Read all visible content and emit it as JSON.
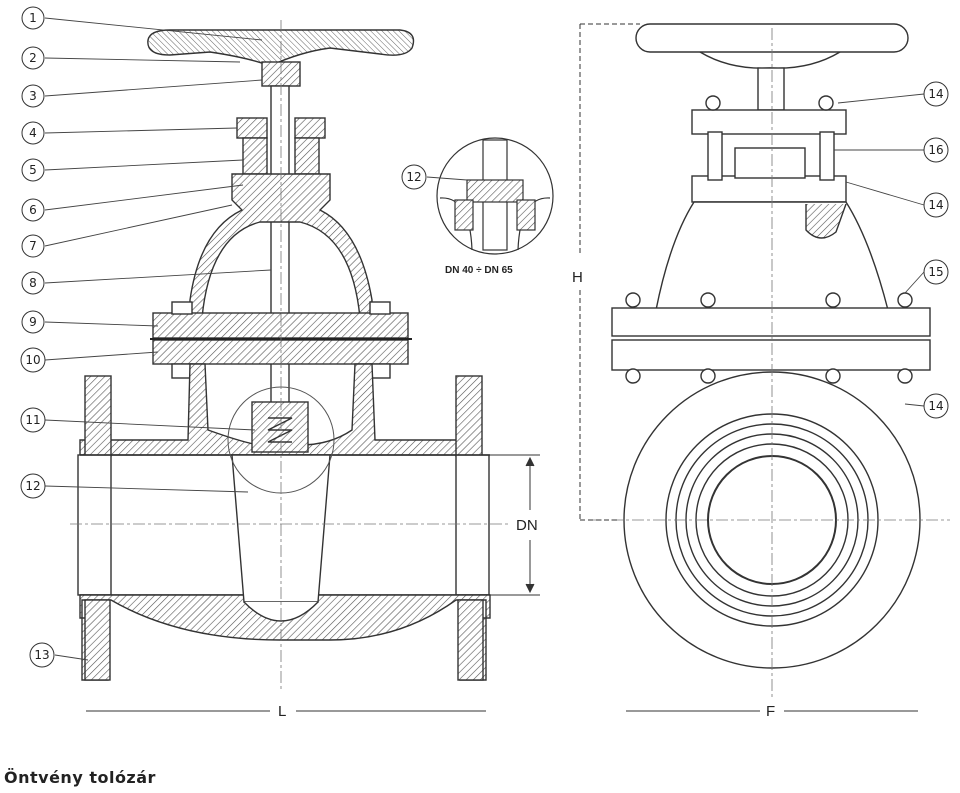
{
  "caption": "Öntvény tolózár",
  "detail_note": "DN 40 ÷ DN 65",
  "dimensions": {
    "L": "L",
    "F": "F",
    "H": "H",
    "DN": "DN"
  },
  "part_labels": {
    "p1": "1",
    "p2": "2",
    "p3": "3",
    "p4": "4",
    "p5": "5",
    "p6": "6",
    "p7": "7",
    "p8": "8",
    "p9": "9",
    "p10": "10",
    "p11": "11",
    "p12": "12",
    "p13": "13",
    "d12": "12",
    "s14a": "14",
    "s16": "16",
    "s14b": "14",
    "s15": "15",
    "s14c": "14"
  }
}
